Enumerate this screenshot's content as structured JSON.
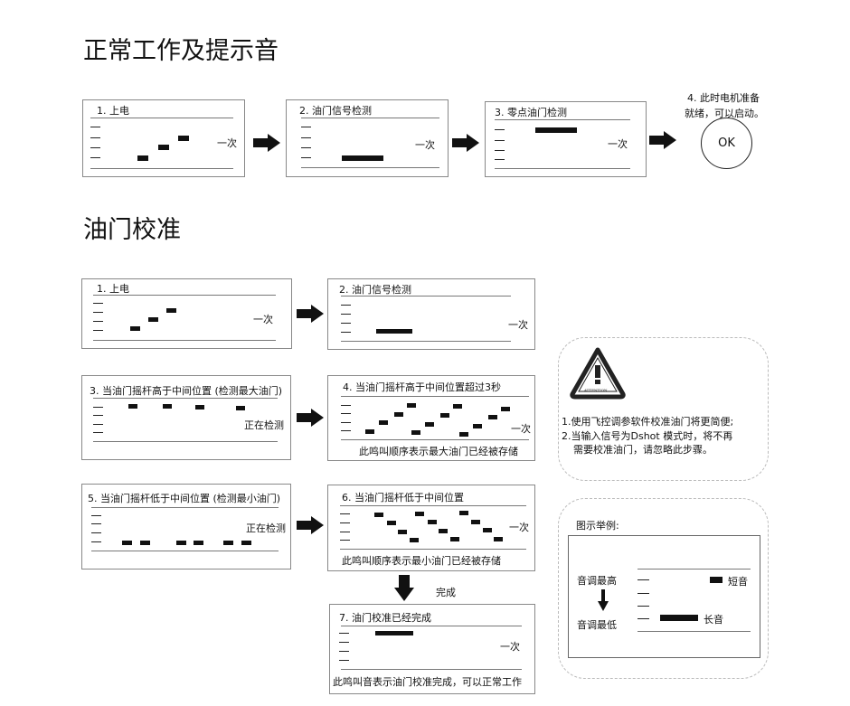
{
  "section_normal": {
    "title": "正常工作及提示音",
    "steps": [
      {
        "title": "1. 上电",
        "side": "一次"
      },
      {
        "title": "2. 油门信号检测",
        "side": "一次"
      },
      {
        "title": "3. 零点油门检测",
        "side": "一次"
      }
    ],
    "ready_line1": "4. 此时电机准备",
    "ready_line2": "就绪，可以启动。",
    "ok": "OK"
  },
  "section_calib": {
    "title": "油门校准",
    "steps": [
      {
        "title": "1. 上电",
        "side": "一次"
      },
      {
        "title": "2. 油门信号检测",
        "side": "一次"
      },
      {
        "title": "3. 当油门摇杆高于中间位置 (检测最大油门)",
        "side": "正在检测"
      },
      {
        "title": "4. 当油门摇杆高于中间位置超过3秒",
        "side": "一次",
        "caption": "此鸣叫顺序表示最大油门已经被存储"
      },
      {
        "title": "5. 当油门摇杆低于中间位置 (检测最小油门)",
        "side": "正在检测"
      },
      {
        "title": "6. 当油门摇杆低于中间位置",
        "side": "一次",
        "caption": "此鸣叫顺序表示最小油门已经被存储"
      },
      {
        "title": "7. 油门校准已经完成",
        "side": "一次",
        "caption": "此鸣叫音表示油门校准完成，可以正常工作"
      }
    ],
    "done_label": "完成"
  },
  "attention": {
    "badge": "ATTENTION",
    "note1": "1.使用飞控调参软件校准油门将更简便;",
    "note2": "2.当输入信号为Dshot 模式时，将不再",
    "note3": "需要校准油门，请忽略此步骤。"
  },
  "legend": {
    "title": "图示举例:",
    "high": "音调最高",
    "low": "音调最低",
    "short": "短音",
    "long": "长音"
  }
}
